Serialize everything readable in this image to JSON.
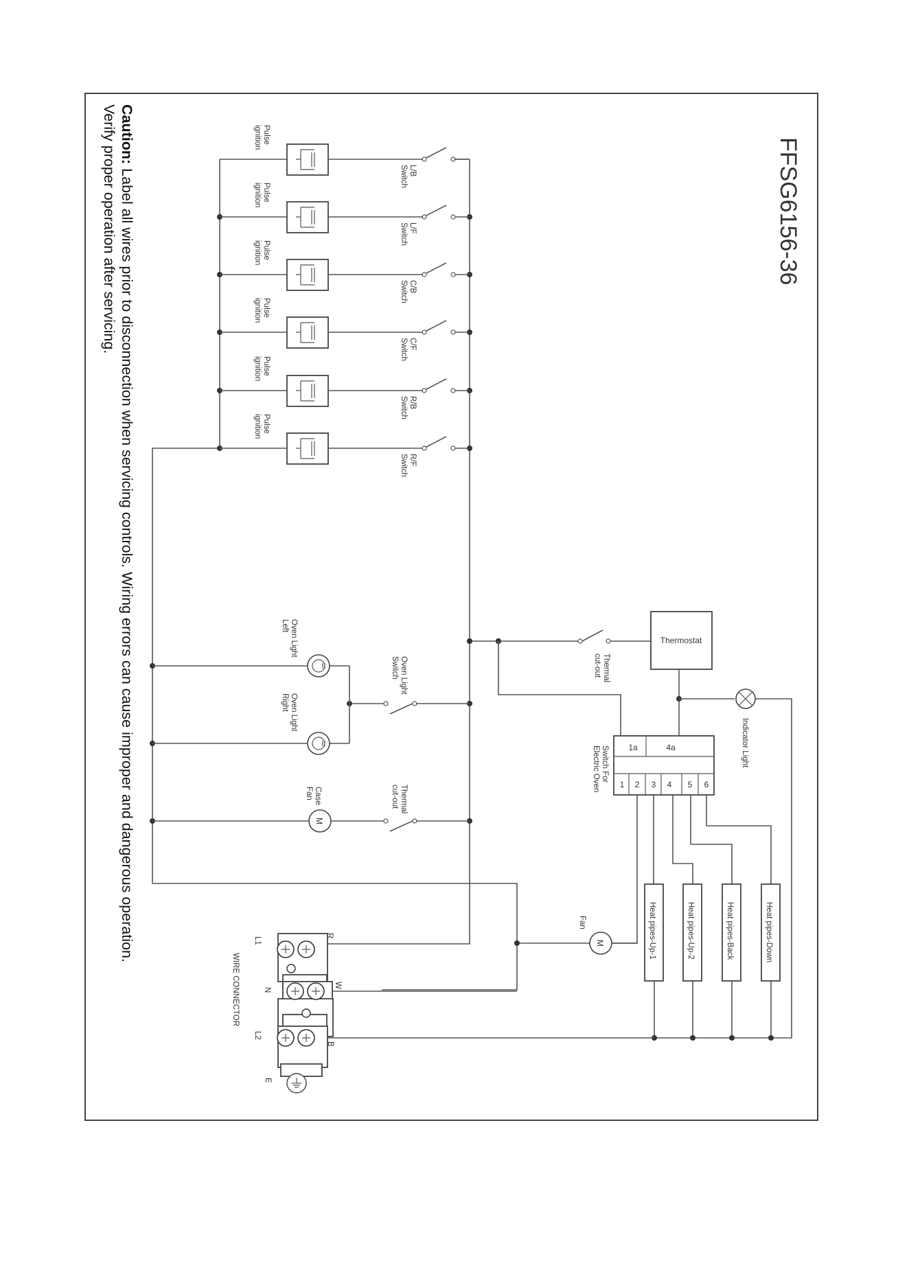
{
  "title": "FFSG6156-36",
  "caution": {
    "label": "Caution:",
    "line1": " Label all wires prior to disconnection when servicing controls. Wiring errors can cause improper and dangerous operation.",
    "line2": "Verify proper operation after servicing."
  },
  "burners": [
    {
      "ignition": [
        "Pulse",
        "ignition"
      ],
      "switch": [
        "L/B",
        "Switch"
      ]
    },
    {
      "ignition": [
        "Pulse",
        "ignition"
      ],
      "switch": [
        "L/F",
        "Switch"
      ]
    },
    {
      "ignition": [
        "Pulse",
        "ignition"
      ],
      "switch": [
        "C/B",
        "Switch"
      ]
    },
    {
      "ignition": [
        "Pulse",
        "ignition"
      ],
      "switch": [
        "C/F",
        "Switch"
      ]
    },
    {
      "ignition": [
        "Pulse",
        "ignition"
      ],
      "switch": [
        "R/B",
        "Switch"
      ]
    },
    {
      "ignition": [
        "Pulse",
        "ignition"
      ],
      "switch": [
        "R/F",
        "Switch"
      ]
    }
  ],
  "oven_light_left": [
    "Oven Light",
    "Left"
  ],
  "oven_light_right": [
    "Oven Light",
    "Right"
  ],
  "oven_light_switch": [
    "Oven Light",
    "Switch"
  ],
  "case_fan": [
    "Case",
    "Fan"
  ],
  "case_fan_cutout": [
    "Thermal",
    "cut-out"
  ],
  "motor_symbol": "M",
  "thermostat": "Thermostat",
  "thermostat_cutout": [
    "Thermal",
    "cut-out"
  ],
  "indicator_light": "Indicator Light",
  "oven_switch": {
    "label": [
      "Switch For",
      "Electric Oven"
    ],
    "top": [
      "1a",
      "4a"
    ],
    "terminals": [
      "1",
      "2",
      "3",
      "4",
      "5",
      "6"
    ]
  },
  "heat_pipes": [
    "Heat pipes-Up-1",
    "Heat pipes-Up-2",
    "Heat pipes-Back",
    "Heat pipes-Down"
  ],
  "fan": "Fan",
  "wire_connector": {
    "title": "WIRE CONNECTOR",
    "terminals_top": [
      "R",
      "W",
      "B"
    ],
    "terminals_bottom": [
      "L1",
      "N",
      "L2"
    ],
    "ground": "E"
  },
  "colors": {
    "line": "#555555",
    "frame": "#444444",
    "text": "#333333"
  }
}
